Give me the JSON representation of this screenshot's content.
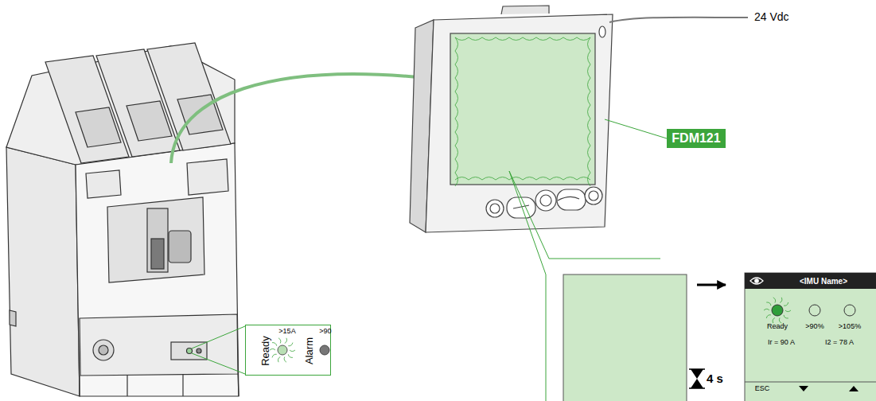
{
  "diagram": {
    "nodes": [
      {
        "text": [
          "Ready",
          ">15A",
          "Alarm",
          ">90"
        ]
      },
      {
        "text": [
          "FDM121"
        ]
      },
      {
        "text": [
          "<IMU Name>",
          "Ready",
          ">90%",
          ">105%",
          "Ir = 90 A",
          "I2 = 78 A",
          "ESC"
        ]
      }
    ],
    "labels": [
      "24 Vdc",
      "4 s"
    ]
  }
}
